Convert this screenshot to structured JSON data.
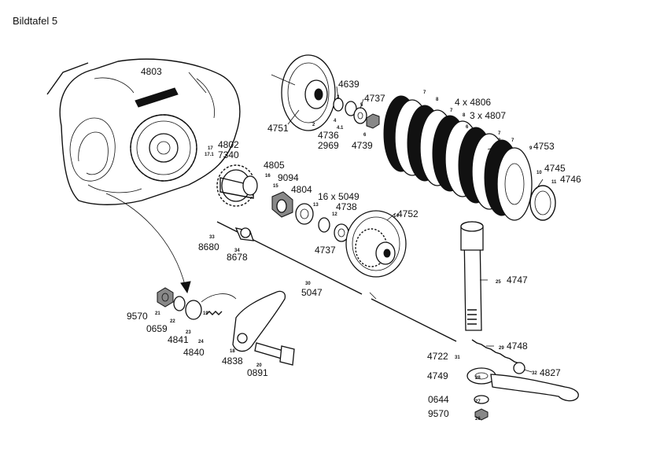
{
  "title": "Bildtafel 5",
  "parts": [
    {
      "code": "4803"
    },
    {
      "code": "4751"
    },
    {
      "code": "4639"
    },
    {
      "code": "4737"
    },
    {
      "code": "4736"
    },
    {
      "code": "2969"
    },
    {
      "code": "4739"
    },
    {
      "code": "4 x 4806"
    },
    {
      "code": "3 x 4807"
    },
    {
      "code": "4753"
    },
    {
      "code": "4745"
    },
    {
      "code": "4746"
    },
    {
      "code": "4802"
    },
    {
      "code": "7340"
    },
    {
      "code": "4805"
    },
    {
      "code": "9094"
    },
    {
      "code": "4804"
    },
    {
      "code": "16 x 5049"
    },
    {
      "code": "4738"
    },
    {
      "code": "4752"
    },
    {
      "code": "4737"
    },
    {
      "code": "8680"
    },
    {
      "code": "8678"
    },
    {
      "code": "5047"
    },
    {
      "code": "4747"
    },
    {
      "code": "9570"
    },
    {
      "code": "0659"
    },
    {
      "code": "4841"
    },
    {
      "code": "4840"
    },
    {
      "code": "4838"
    },
    {
      "code": "0891"
    },
    {
      "code": "4722"
    },
    {
      "code": "4748"
    },
    {
      "code": "4749"
    },
    {
      "code": "4827"
    },
    {
      "code": "0644"
    },
    {
      "code": "9570"
    }
  ],
  "callouts": [
    "2",
    "3",
    "4",
    "4.1",
    "5",
    "6",
    "7",
    "8",
    "7",
    "8",
    "6",
    "7",
    "8",
    "7",
    "10",
    "11",
    "9",
    "12",
    "13",
    "14",
    "15",
    "16",
    "17",
    "17.1",
    "18",
    "19",
    "20",
    "21",
    "22",
    "23",
    "24",
    "25",
    "26",
    "27",
    "28",
    "29",
    "30",
    "31",
    "32",
    "33",
    "34"
  ]
}
